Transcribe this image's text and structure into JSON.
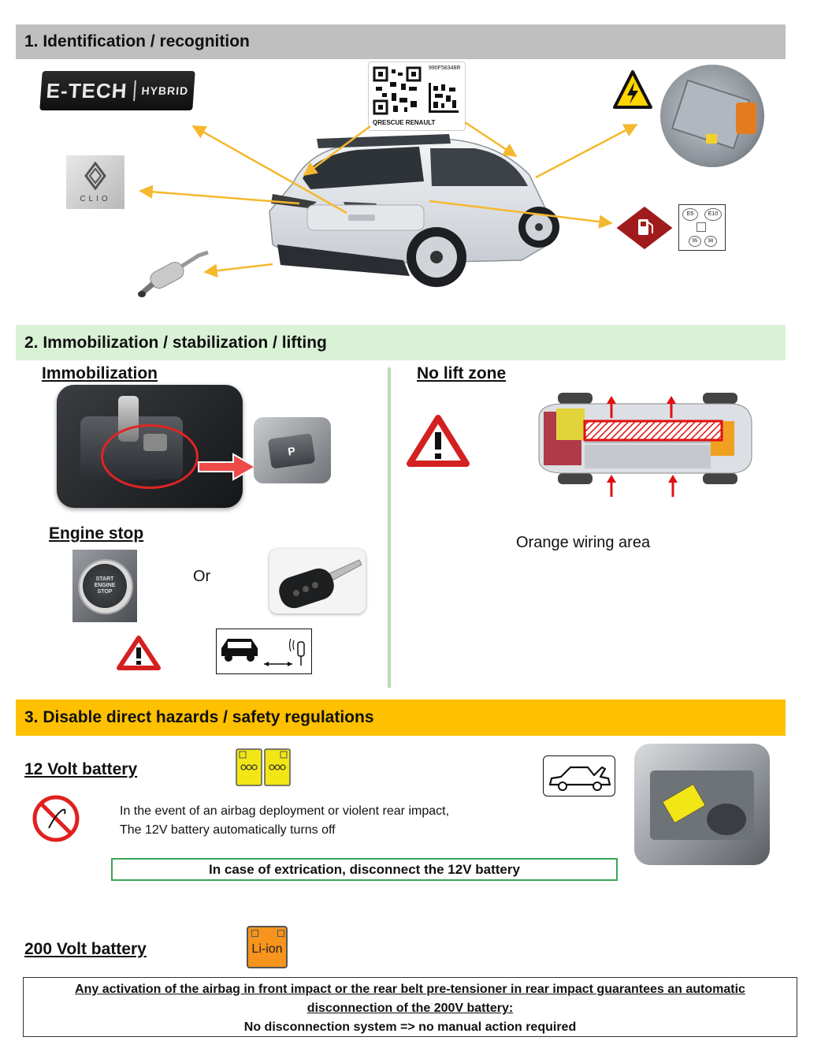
{
  "section1": {
    "title": "1. Identification / recognition",
    "badge_text": "E-TECH",
    "badge_sub": "HYBRID",
    "clio_text": "CLIO",
    "qr_code_id": "990F58348R",
    "qr_caption": "QRESCUE RENAULT",
    "fuel_labels": [
      "E5",
      "E10",
      "95",
      "98"
    ]
  },
  "section2": {
    "title": "2. Immobilization / stabilization / lifting",
    "immobilization_heading": "Immobilization",
    "gear_p": "P",
    "engine_stop_heading": "Engine stop",
    "start_button_text": "START\nENGINE\nSTOP",
    "or_text": "Or",
    "no_lift_heading": "No lift zone",
    "orange_wiring": "Orange wiring area"
  },
  "section3": {
    "title": "3. Disable direct hazards / safety regulations",
    "battery12_heading": "12 Volt battery",
    "airbag_text_line1": "In the event of an airbag deployment or violent rear impact,",
    "airbag_text_line2": "The 12V battery automatically turns off",
    "extrication_note": "In case of extrication, disconnect the 12V battery",
    "battery200_heading": "200 Volt battery",
    "liion_label": "Li-ion",
    "notice_line1": "Any activation of the airbag in front impact or the rear belt pre-tensioner in rear impact guarantees an automatic",
    "notice_line2": "disconnection of the 200V battery:",
    "notice_line3": "No disconnection system => no manual action required"
  },
  "colors": {
    "banner1": "#bfbfbf",
    "banner2": "#d9f2d5",
    "banner3": "#ffc000",
    "arrow": "#f5b82e",
    "green_box": "#3aa655",
    "warning_red": "#d42020"
  }
}
